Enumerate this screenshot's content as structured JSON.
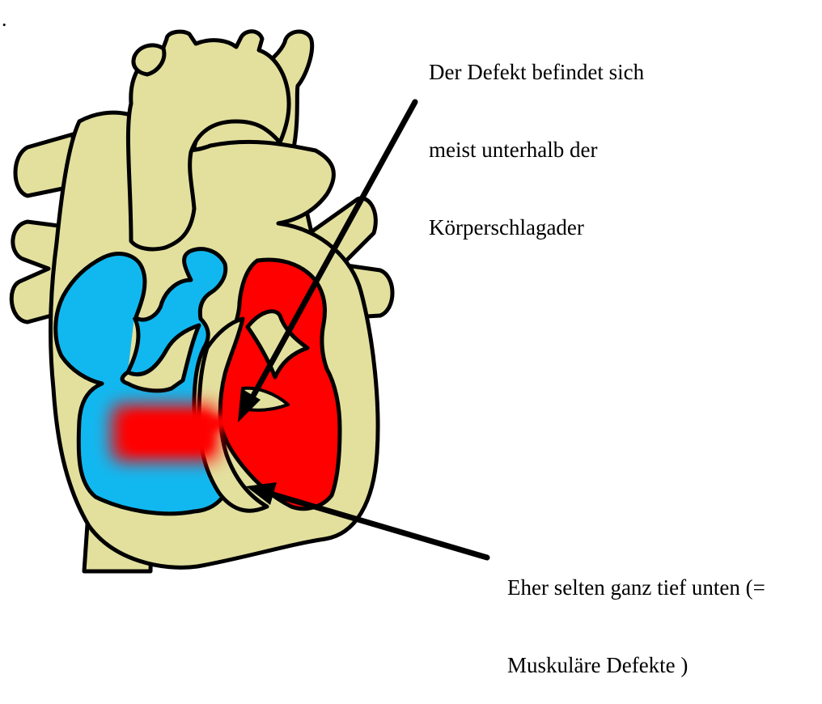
{
  "stray_mark": ".",
  "annotations": {
    "top": {
      "lines": [
        "Der Defekt befindet sich",
        "meist unterhalb der",
        "Körperschlagader"
      ]
    },
    "bottom": {
      "lines": [
        "Eher selten ganz tief unten (=",
        "Muskuläre Defekte )"
      ]
    }
  },
  "colors": {
    "vessel_and_wall": "#e3e09e",
    "outline": "#000000",
    "right_heart_deoxygenated": "#11b8f0",
    "left_heart_oxygenated": "#ff0000",
    "defect_blur": "#ff0000",
    "arrow": "#000000",
    "text": "#000000"
  }
}
